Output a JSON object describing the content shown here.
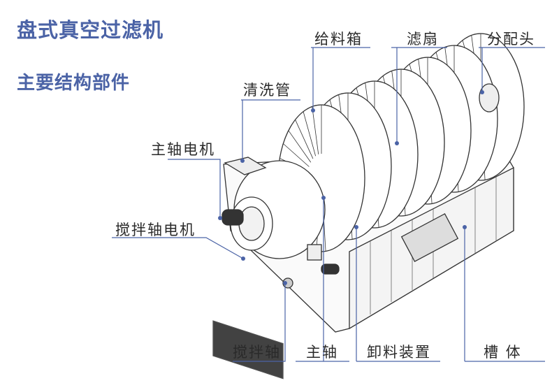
{
  "title": "盘式真空过滤机",
  "subtitle": "主要结构部件",
  "accent_color": "#4b63a6",
  "labels": {
    "feed_box": "给料箱",
    "filter_disc": "滤扇",
    "distributor_head": "分配头",
    "wash_pipe": "清洗管",
    "main_shaft_motor": "主轴电机",
    "agitator_motor": "搅拌轴电机",
    "agitator_shaft": "搅拌轴",
    "main_shaft": "主轴",
    "discharge_device": "卸料装置",
    "tank_body": "槽 体"
  }
}
